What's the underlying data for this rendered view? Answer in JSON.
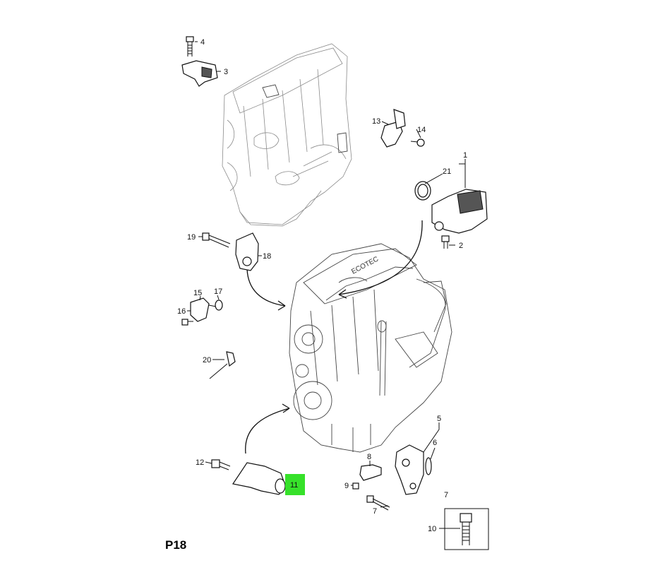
{
  "page": {
    "code": "P18"
  },
  "callouts": [
    {
      "id": "4",
      "text": "4"
    },
    {
      "id": "3",
      "text": "3"
    },
    {
      "id": "13",
      "text": "13"
    },
    {
      "id": "14",
      "text": "14"
    },
    {
      "id": "1",
      "text": "1"
    },
    {
      "id": "21",
      "text": "21"
    },
    {
      "id": "2",
      "text": "2"
    },
    {
      "id": "19",
      "text": "19"
    },
    {
      "id": "18",
      "text": "18"
    },
    {
      "id": "15",
      "text": "15"
    },
    {
      "id": "17",
      "text": "17"
    },
    {
      "id": "16",
      "text": "16"
    },
    {
      "id": "20",
      "text": "20"
    },
    {
      "id": "12",
      "text": "12"
    },
    {
      "id": "11",
      "text": "11"
    },
    {
      "id": "8",
      "text": "8"
    },
    {
      "id": "9",
      "text": "9"
    },
    {
      "id": "7",
      "text": "7"
    },
    {
      "id": "5",
      "text": "5"
    },
    {
      "id": "6",
      "text": "6"
    },
    {
      "id": "7b",
      "text": "7"
    },
    {
      "id": "10",
      "text": "10"
    }
  ],
  "engine_badge": "ECOTEC",
  "highlight": {
    "callout": "11",
    "color": "#36e12a"
  }
}
